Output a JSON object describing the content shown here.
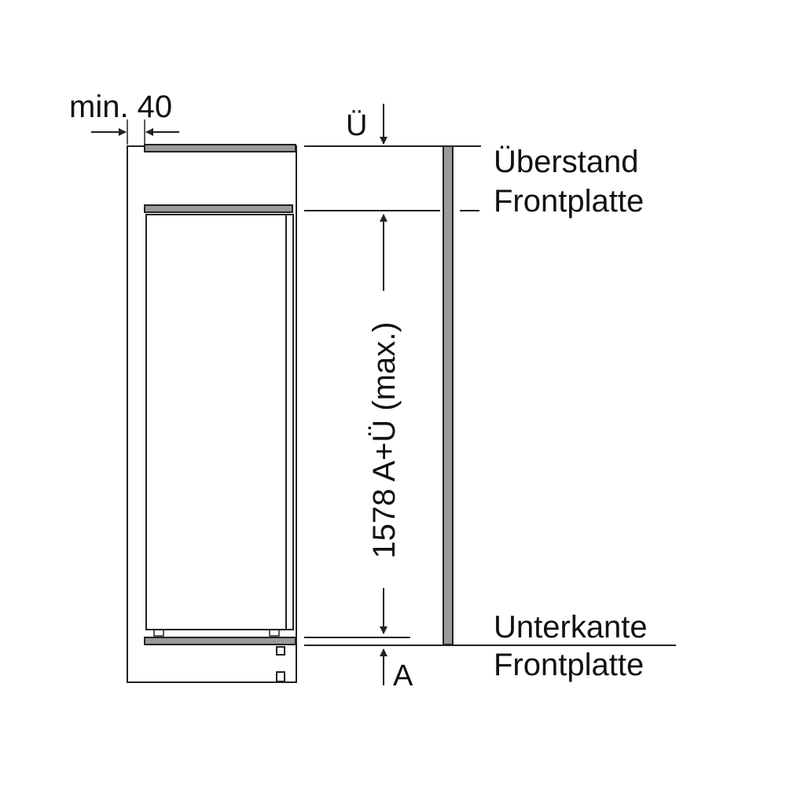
{
  "labels": {
    "min_gap": "min. 40",
    "overhang_symbol": "Ü",
    "overhang_line1": "Überstand",
    "overhang_line2": "Frontplatte",
    "height_dimension": "1578 A+Ü (max.)",
    "bottom_line1": "Unterkante",
    "bottom_line2": "Frontplatte",
    "bottom_symbol": "A"
  },
  "colors": {
    "stroke": "#222222",
    "panel_fill": "#9a9a9a",
    "background": "#ffffff"
  }
}
